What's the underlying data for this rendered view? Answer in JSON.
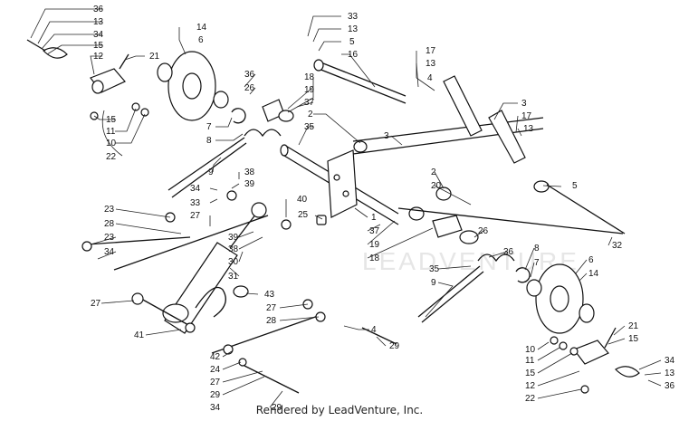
{
  "footer": "Rendered by LeadVenture, Inc.",
  "watermark": "LEADVENTURE",
  "callouts": [
    {
      "text": "36"
    },
    {
      "text": "13"
    },
    {
      "text": "34"
    },
    {
      "text": "15"
    },
    {
      "text": "12"
    },
    {
      "text": "21"
    },
    {
      "text": "14"
    },
    {
      "text": "6"
    },
    {
      "text": "15"
    },
    {
      "text": "11"
    },
    {
      "text": "10"
    },
    {
      "text": "22"
    },
    {
      "text": "7"
    },
    {
      "text": "8"
    },
    {
      "text": "36"
    },
    {
      "text": "26"
    },
    {
      "text": "18"
    },
    {
      "text": "19"
    },
    {
      "text": "37"
    },
    {
      "text": "2"
    },
    {
      "text": "35"
    },
    {
      "text": "33"
    },
    {
      "text": "13"
    },
    {
      "text": "5"
    },
    {
      "text": "16"
    },
    {
      "text": "17"
    },
    {
      "text": "13"
    },
    {
      "text": "4"
    },
    {
      "text": "3"
    },
    {
      "text": "17"
    },
    {
      "text": "13"
    },
    {
      "text": "3"
    },
    {
      "text": "9"
    },
    {
      "text": "38"
    },
    {
      "text": "39"
    },
    {
      "text": "34"
    },
    {
      "text": "33"
    },
    {
      "text": "27"
    },
    {
      "text": "23"
    },
    {
      "text": "28"
    },
    {
      "text": "23"
    },
    {
      "text": "34"
    },
    {
      "text": "40"
    },
    {
      "text": "25"
    },
    {
      "text": "39"
    },
    {
      "text": "38"
    },
    {
      "text": "30"
    },
    {
      "text": "31"
    },
    {
      "text": "1"
    },
    {
      "text": "37"
    },
    {
      "text": "19"
    },
    {
      "text": "18"
    },
    {
      "text": "2"
    },
    {
      "text": "20"
    },
    {
      "text": "5"
    },
    {
      "text": "26"
    },
    {
      "text": "36"
    },
    {
      "text": "32"
    },
    {
      "text": "8"
    },
    {
      "text": "7"
    },
    {
      "text": "6"
    },
    {
      "text": "14"
    },
    {
      "text": "35"
    },
    {
      "text": "9"
    },
    {
      "text": "27"
    },
    {
      "text": "41"
    },
    {
      "text": "43"
    },
    {
      "text": "27"
    },
    {
      "text": "28"
    },
    {
      "text": "4"
    },
    {
      "text": "29"
    },
    {
      "text": "42"
    },
    {
      "text": "24"
    },
    {
      "text": "27"
    },
    {
      "text": "29"
    },
    {
      "text": "34"
    },
    {
      "text": "29"
    },
    {
      "text": "21"
    },
    {
      "text": "15"
    },
    {
      "text": "10"
    },
    {
      "text": "11"
    },
    {
      "text": "15"
    },
    {
      "text": "12"
    },
    {
      "text": "22"
    },
    {
      "text": "34"
    },
    {
      "text": "13"
    },
    {
      "text": "36"
    }
  ]
}
